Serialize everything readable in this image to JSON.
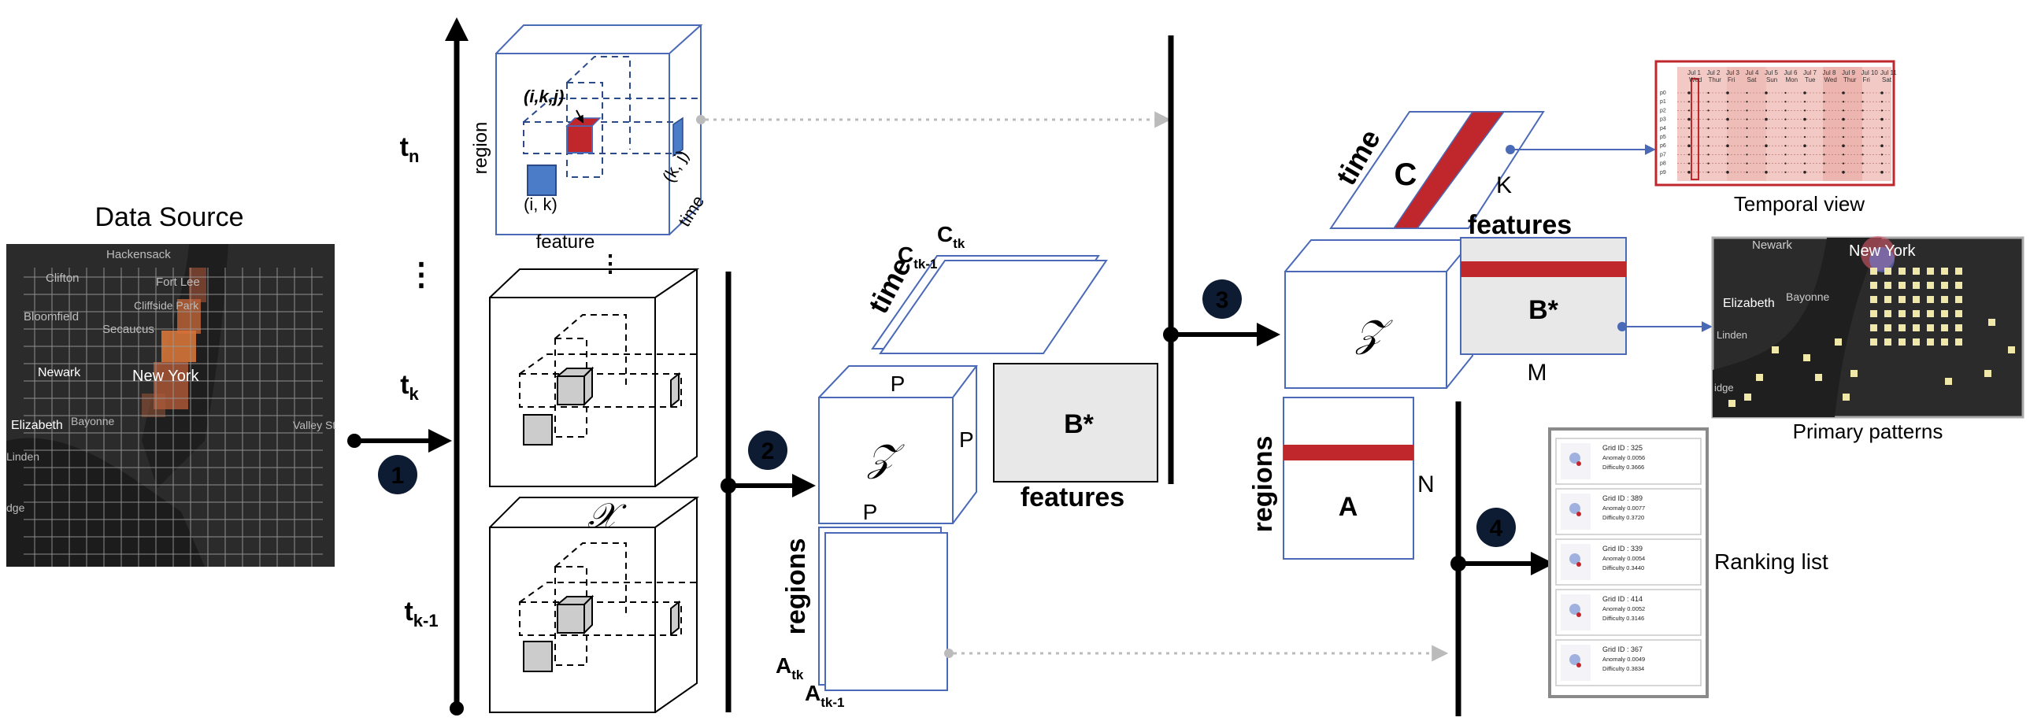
{
  "data_source": {
    "title": "Data Source",
    "map_labels": [
      "Hackensack",
      "Clifton",
      "Fort Lee",
      "Bloomfield",
      "Cliffside Park",
      "Secaucus",
      "Newark",
      "New York",
      "Elizabeth",
      "Bayonne",
      "Valley St",
      "Linden",
      "dge"
    ]
  },
  "steps": [
    "1",
    "2",
    "3",
    "4"
  ],
  "timeline": {
    "t_n": "t",
    "t_n_sub": "n",
    "t_k": "t",
    "t_k_sub": "k",
    "t_k1": "t",
    "t_k1_sub": "k-1",
    "vdots": "⋮"
  },
  "tensor": {
    "region": "region",
    "feature": "feature",
    "time": "time",
    "ikj": "(i,k,j)",
    "kj": "(k, j)",
    "ik": "(i, k)",
    "X": "𝒳"
  },
  "decomposition": {
    "time": "time",
    "c_tk1": "C",
    "c_tk1_sub": "tk-1",
    "c_tk": "C",
    "c_tk_sub": "tk",
    "P": "P",
    "Z": "𝒵",
    "B": "B*",
    "features": "features",
    "regions": "regions",
    "a_tk": "A",
    "a_tk_sub": "tk",
    "a_tk1": "A",
    "a_tk1_sub": "tk-1"
  },
  "step3": {
    "time": "time",
    "C": "C",
    "K": "K",
    "features": "features",
    "Z": "𝒵",
    "B": "B*",
    "M": "M",
    "regions": "regions",
    "A": "A",
    "N": "N"
  },
  "temporal_view": {
    "caption": "Temporal view",
    "dates": [
      "Jul 1",
      "Jul 2",
      "Jul 3",
      "Jul 4",
      "Jul 5",
      "Jul 6",
      "Jul 7",
      "Jul 8",
      "Jul 9",
      "Jul 10",
      "Jul 11"
    ],
    "days": [
      "Wed",
      "Thur",
      "Fri",
      "Sat",
      "Sun",
      "Mon",
      "Tue",
      "Wed",
      "Thur",
      "Fri",
      "Sat"
    ],
    "rows": [
      "p0",
      "p1",
      "p2",
      "p3",
      "p4",
      "p5",
      "p6",
      "p7",
      "p8",
      "p9"
    ]
  },
  "primary_patterns": {
    "caption": "Primary patterns",
    "labels": [
      "Newark",
      "New York",
      "Elizabeth",
      "Bayonne",
      "Linden",
      "idge"
    ]
  },
  "ranking": {
    "caption": "Ranking list",
    "items": [
      {
        "grid": "Grid ID :  325",
        "anomaly": "Anomaly 0.0056",
        "difficulty": "Difficulty 0.3666"
      },
      {
        "grid": "Grid ID :  389",
        "anomaly": "Anomaly 0.0077",
        "difficulty": "Difficulty 0.3720"
      },
      {
        "grid": "Grid ID :  339",
        "anomaly": "Anomaly 0.0054",
        "difficulty": "Difficulty 0.3440"
      },
      {
        "grid": "Grid ID :  414",
        "anomaly": "Anomaly 0.0052",
        "difficulty": "Difficulty 0.3146"
      },
      {
        "grid": "Grid ID :  367",
        "anomaly": "Anomaly 0.0049",
        "difficulty": "Difficulty 0.3834"
      }
    ]
  },
  "colors": {
    "blue": "#4a6ab8",
    "red": "#c0272d",
    "gray": "#e8e8e8",
    "map_bg": "#2b2b2b",
    "heat": "#e07a3a"
  }
}
